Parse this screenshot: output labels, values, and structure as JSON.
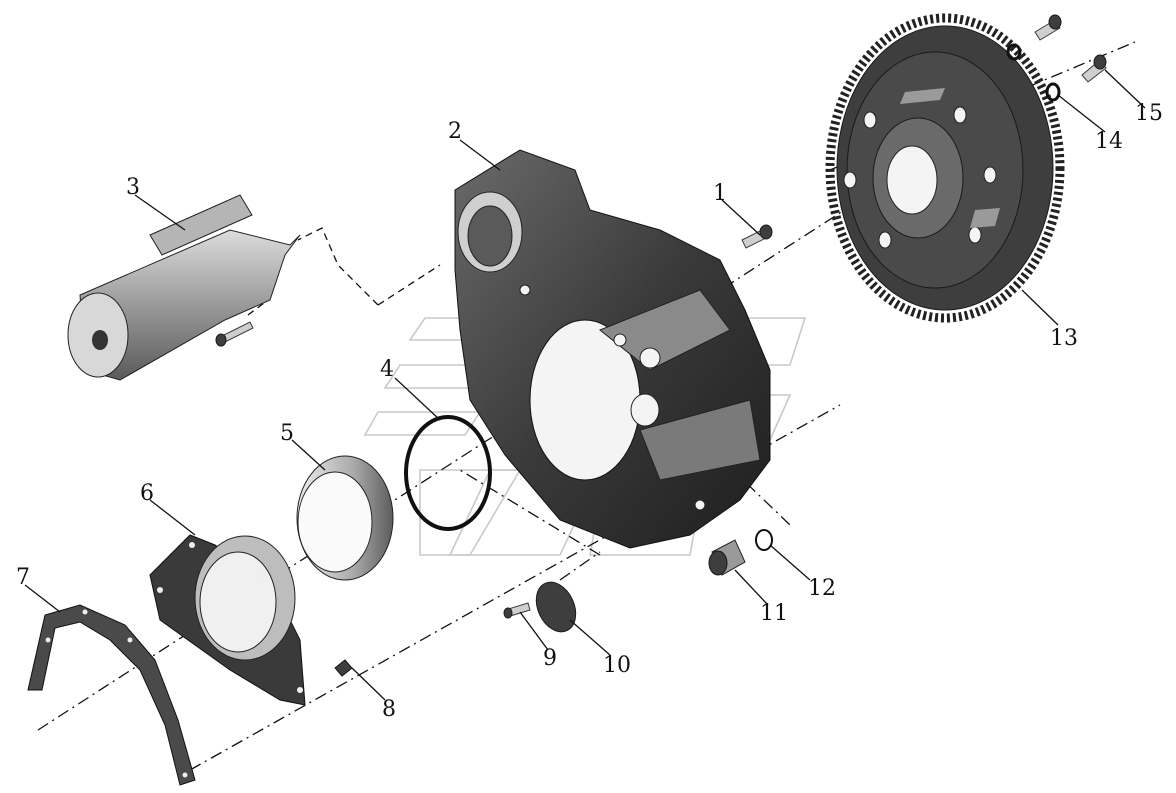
{
  "diagram": {
    "type": "exploded-parts-view",
    "callouts": [
      {
        "id": "1",
        "label": "1"
      },
      {
        "id": "2",
        "label": "2"
      },
      {
        "id": "3",
        "label": "3"
      },
      {
        "id": "4",
        "label": "4"
      },
      {
        "id": "5",
        "label": "5"
      },
      {
        "id": "6",
        "label": "6"
      },
      {
        "id": "7",
        "label": "7"
      },
      {
        "id": "8",
        "label": "8"
      },
      {
        "id": "9",
        "label": "9"
      },
      {
        "id": "10",
        "label": "10"
      },
      {
        "id": "11",
        "label": "11"
      },
      {
        "id": "12",
        "label": "12"
      },
      {
        "id": "13",
        "label": "13"
      },
      {
        "id": "14",
        "label": "14"
      },
      {
        "id": "15",
        "label": "15"
      }
    ]
  }
}
